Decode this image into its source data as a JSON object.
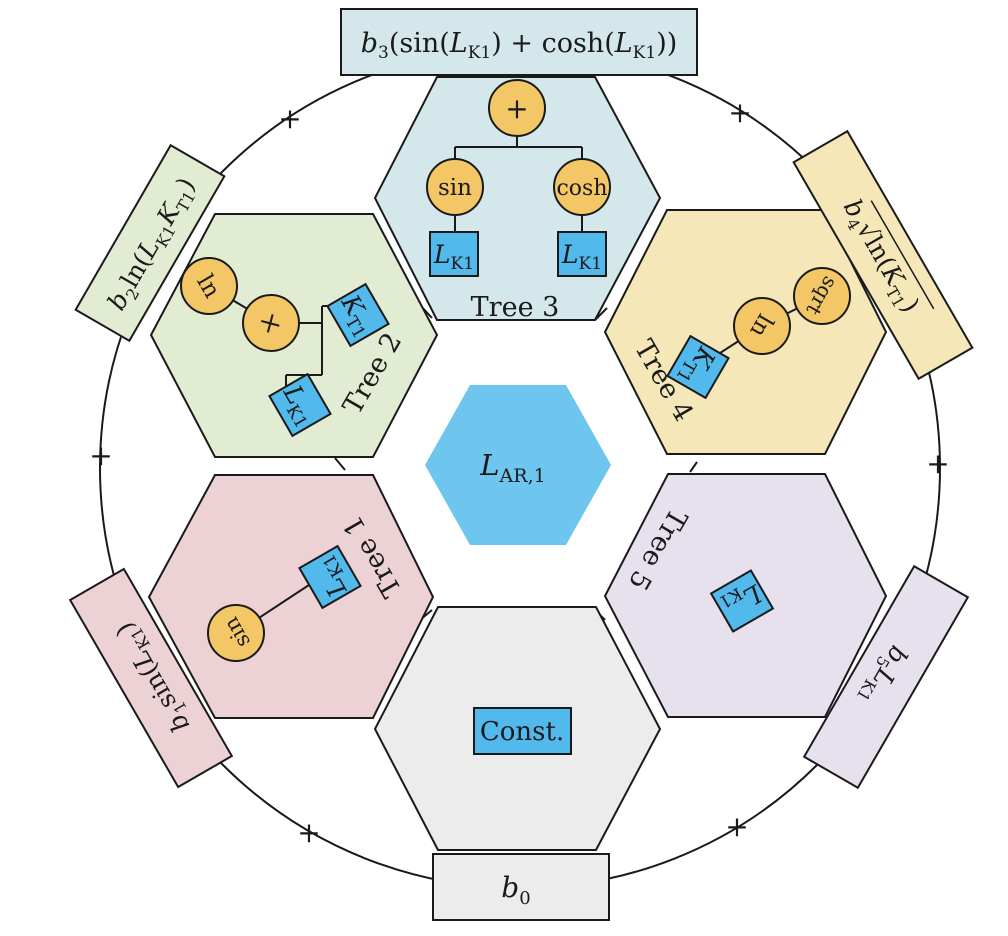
{
  "colors": {
    "center": "#6ec5ee",
    "leaf": "#52b9ec",
    "node": "#f3c766",
    "tree1": "#ecd1d5",
    "tree2": "#e2ecd3",
    "tree3": "#d4e8ec",
    "tree4": "#f5e7b7",
    "tree5": "#e7e1ee",
    "const": "#ececec",
    "outline": "#1a1a1a"
  },
  "center": {
    "var": "L",
    "sub": "AR,1"
  },
  "trees": {
    "t1": {
      "title": "Tree 1",
      "op": "sin",
      "leaf_var": "L",
      "leaf_sub": "K1"
    },
    "t2": {
      "title": "Tree 2",
      "op_top": "ln",
      "op_mid": "×",
      "leaf1_var": "K",
      "leaf1_sub": "T1",
      "leaf2_var": "L",
      "leaf2_sub": "K1"
    },
    "t3": {
      "title": "Tree 3",
      "op_top": "+",
      "op_left": "sin",
      "op_right": "cosh",
      "leaf_left_var": "L",
      "leaf_left_sub": "K1",
      "leaf_right_var": "L",
      "leaf_right_sub": "K1"
    },
    "t4": {
      "title": "Tree 4",
      "op_top": "sqrt",
      "op_mid": "ln",
      "leaf_var": "K",
      "leaf_sub": "T1"
    },
    "t5": {
      "title": "Tree 5",
      "leaf_var": "L",
      "leaf_sub": "K1"
    },
    "const": {
      "label": "Const."
    }
  },
  "labels": {
    "b0": {
      "coef": "b",
      "coef_sub": "0"
    },
    "b1": {
      "coef": "b",
      "coef_sub": "1",
      "fn": "sin(",
      "var": "L",
      "var_sub": "K1",
      "close": ")"
    },
    "b2": {
      "coef": "b",
      "coef_sub": "2",
      "fn": "ln(",
      "var1": "L",
      "var1_sub": "K1",
      "var2": "K",
      "var2_sub": "T1",
      "close": ")"
    },
    "b3": {
      "coef": "b",
      "coef_sub": "3",
      "p1": "(sin(",
      "var1": "L",
      "var1_sub": "K1",
      "p2": ") + cosh(",
      "var2": "L",
      "var2_sub": "K1",
      "p3": "))"
    },
    "b4": {
      "coef": "b",
      "coef_sub": "4",
      "fn": "ln(",
      "var": "K",
      "var_sub": "T1",
      "close": ")"
    },
    "b5": {
      "coef": "b",
      "coef_sub": "5",
      "var": "L",
      "var_sub": "K1"
    }
  },
  "plus_sign": "+"
}
